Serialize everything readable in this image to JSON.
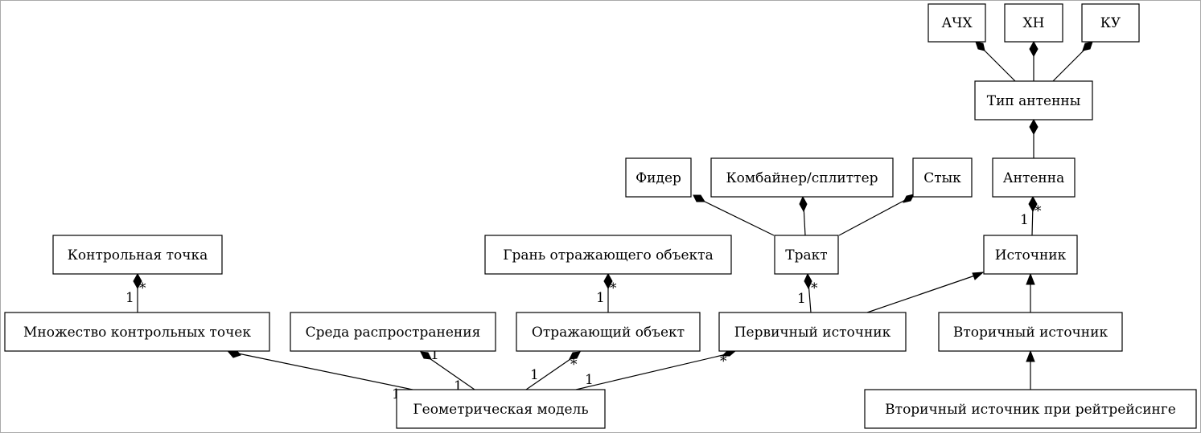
{
  "nodes": {
    "achx": "АЧХ",
    "xn": "ХН",
    "ku": "КУ",
    "antenna_type": "Тип антенны",
    "antenna": "Антенна",
    "feeder": "Фидер",
    "combiner": "Комбайнер/сплиттер",
    "joint": "Стык",
    "tract": "Тракт",
    "source": "Источник",
    "control_point": "Контрольная точка",
    "reflecting_face": "Грань отражающего объекта",
    "control_point_set": "Множество контрольных точек",
    "propagation_medium": "Среда распространения",
    "reflecting_object": "Отражающий объект",
    "primary_source": "Первичный источник",
    "secondary_source": "Вторичный источник",
    "geometric_model": "Геометрическая модель",
    "secondary_source_raytracing": "Вторичный источник при рейтрейсинге"
  },
  "multiplicities": {
    "antenna_star": "*",
    "source_one": "1",
    "control_point_star": "*",
    "control_set_one": "1",
    "face_star": "*",
    "refobj_one": "1",
    "tract_star": "*",
    "primary_one": "1",
    "set_geo_star": "*",
    "geo_set_one": "1",
    "medium_one": "1",
    "geo_medium_one": "1",
    "refobj_geo_star": "*",
    "geo_refobj_one": "1",
    "primary_geo_star": "*",
    "geo_primary_one": "1"
  }
}
